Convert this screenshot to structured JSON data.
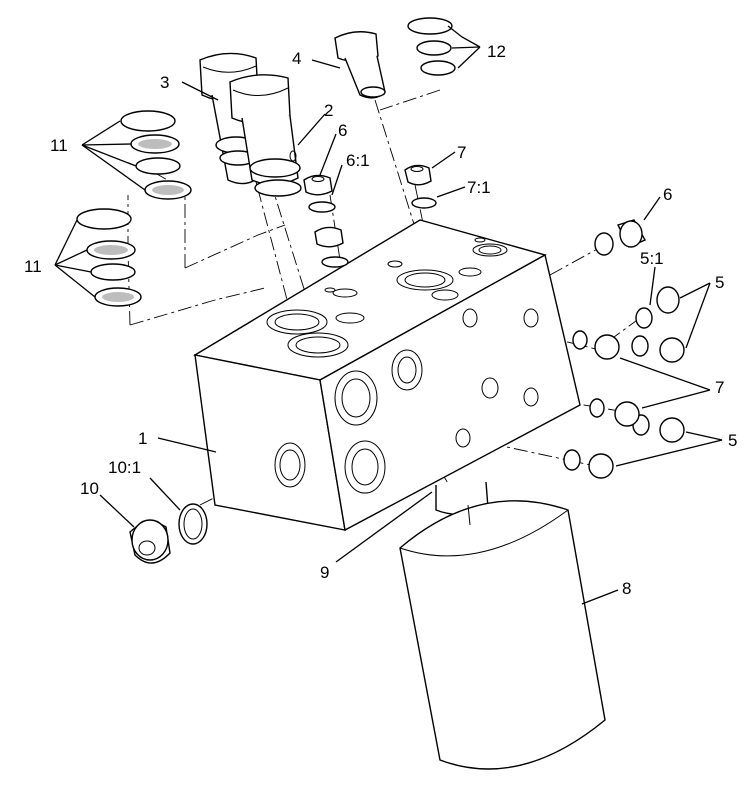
{
  "callouts": {
    "c1": "1",
    "c2": "2",
    "c3": "3",
    "c4": "4",
    "c5a": "5",
    "c5b": "5",
    "c5_1": "5:1",
    "c6a": "6",
    "c6b": "6",
    "c6_1": "6:1",
    "c7a": "7",
    "c7b": "7",
    "c7_1": "7:1",
    "c8": "8",
    "c9": "9",
    "c10": "10",
    "c10_1": "10:1",
    "c11a": "11",
    "c11b": "11",
    "c12": "12"
  },
  "colors": {
    "line": "#000000",
    "background": "#ffffff",
    "shade": "#bdbdbd"
  }
}
